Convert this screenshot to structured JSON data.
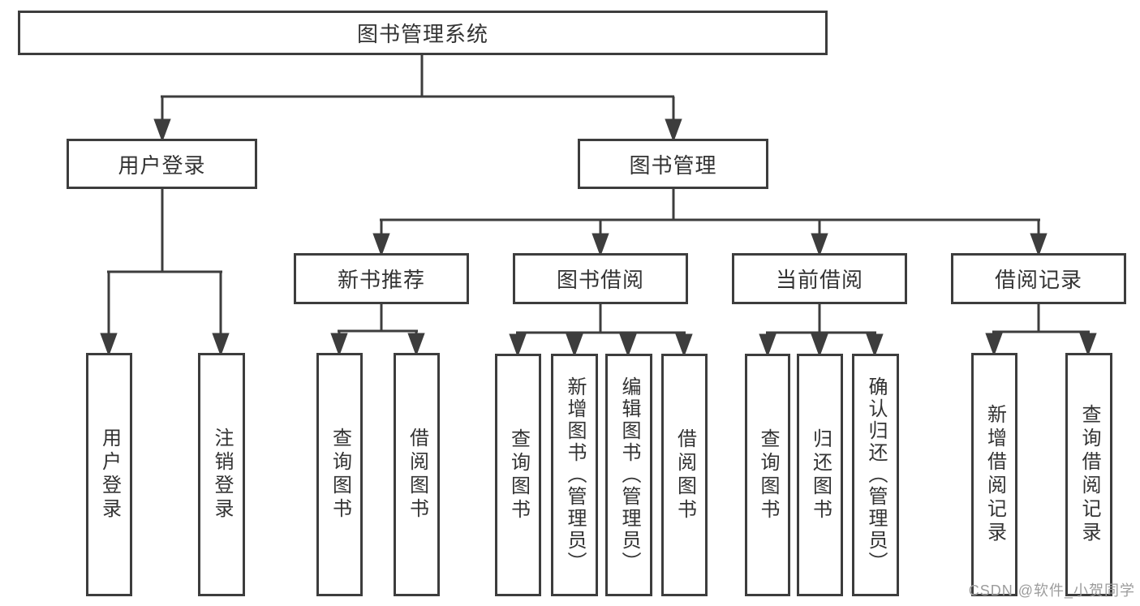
{
  "diagram": {
    "root": {
      "label": "图书管理系统"
    },
    "branches": [
      {
        "label": "用户登录",
        "leaves": [
          "用户登录",
          "注销登录"
        ]
      },
      {
        "label": "图书管理",
        "children": [
          {
            "label": "新书推荐",
            "leaves": [
              "查询图书",
              "借阅图书"
            ]
          },
          {
            "label": "图书借阅",
            "leaves": [
              "查询图书",
              "新增图书（管理员）",
              "编辑图书（管理员）",
              "借阅图书"
            ]
          },
          {
            "label": "当前借阅",
            "leaves": [
              "查询图书",
              "归还图书",
              "确认归还（管理员）"
            ]
          },
          {
            "label": "借阅记录",
            "leaves": [
              "新增借阅记录",
              "查询借阅记录"
            ]
          }
        ]
      }
    ]
  },
  "watermark": {
    "text": "CSDN @软件_小贺同学"
  },
  "colors": {
    "line": "#3d3d3d",
    "text": "#333333",
    "background": "#ffffff",
    "watermark": "#9c9c9c"
  }
}
